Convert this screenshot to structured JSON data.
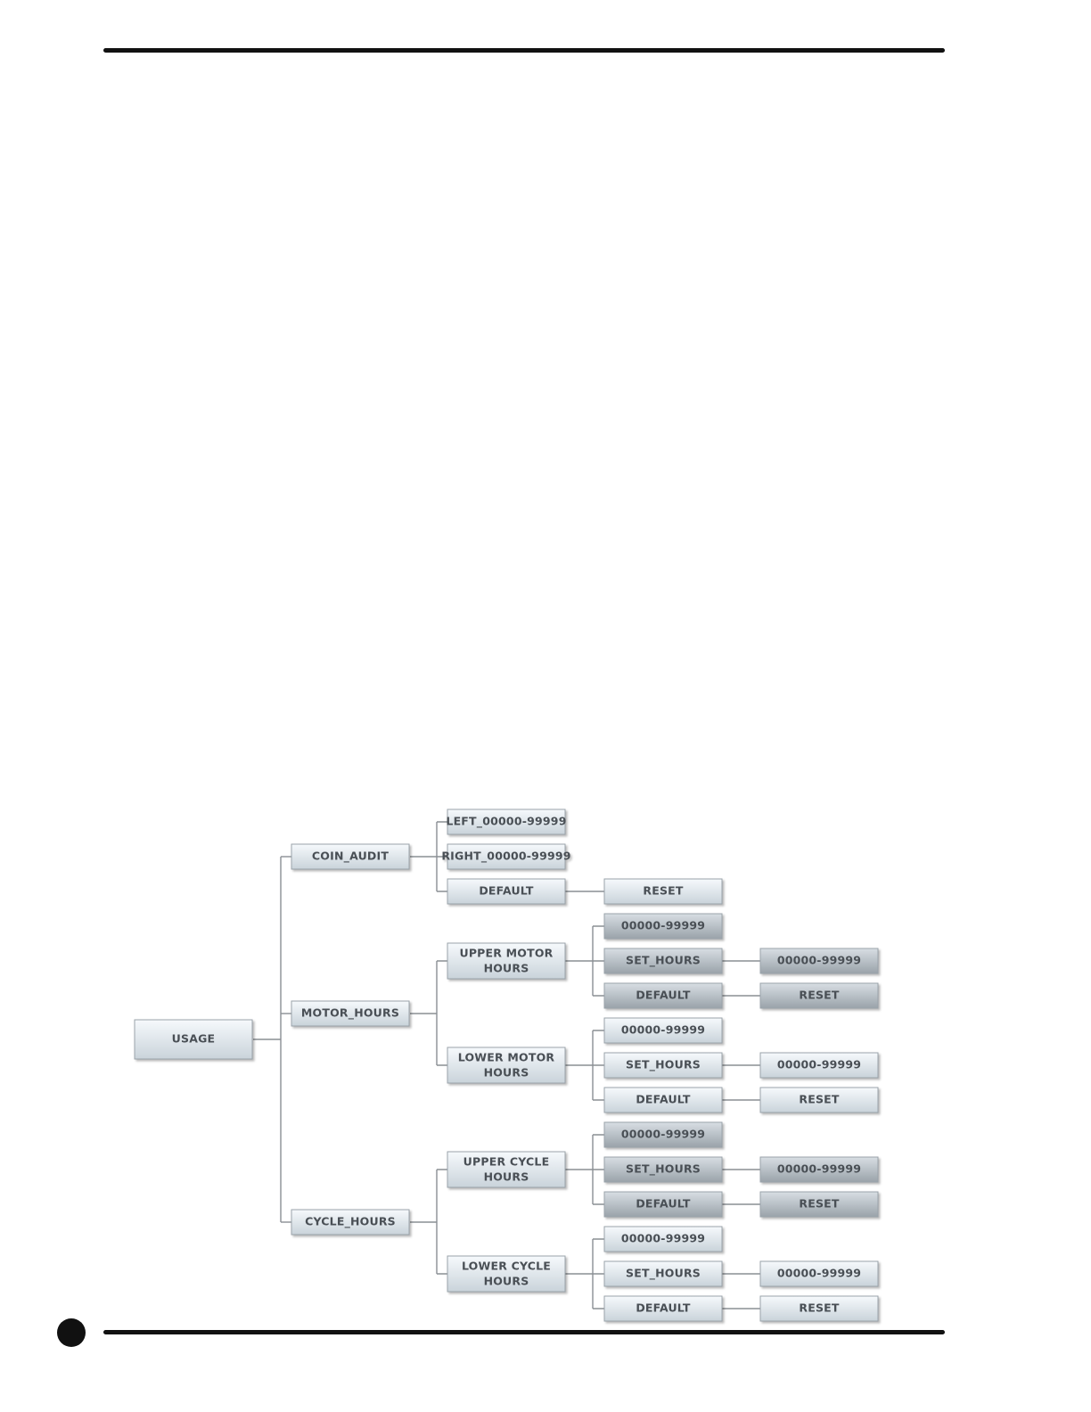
{
  "nodes": {
    "usage": "USAGE",
    "coin_audit": "COIN_AUDIT",
    "coin_left": "LEFT_00000-99999",
    "coin_right": "RIGHT_00000-99999",
    "coin_default": "DEFAULT",
    "coin_reset": "RESET",
    "motor_hours": "MOTOR_HOURS",
    "upper_motor_1": "UPPER MOTOR",
    "upper_motor_2": "HOURS",
    "um_range": "00000-99999",
    "um_set": "SET_HOURS",
    "um_set_range": "00000-99999",
    "um_default": "DEFAULT",
    "um_reset": "RESET",
    "lower_motor_1": "LOWER MOTOR",
    "lower_motor_2": "HOURS",
    "lm_range": "00000-99999",
    "lm_set": "SET_HOURS",
    "lm_set_range": "00000-99999",
    "lm_default": "DEFAULT",
    "lm_reset": "RESET",
    "cycle_hours": "CYCLE_HOURS",
    "upper_cycle_1": "UPPER CYCLE",
    "upper_cycle_2": "HOURS",
    "uc_range": "00000-99999",
    "uc_set": "SET_HOURS",
    "uc_set_range": "00000-99999",
    "uc_default": "DEFAULT",
    "uc_reset": "RESET",
    "lower_cycle_1": "LOWER CYCLE",
    "lower_cycle_2": "HOURS",
    "lc_range": "00000-99999",
    "lc_set": "SET_HOURS",
    "lc_set_range": "00000-99999",
    "lc_default": "DEFAULT",
    "lc_reset": "RESET"
  },
  "colors": {
    "box_light_top": "#f4f8fb",
    "box_light_bottom": "#cdd7de",
    "box_dark_top": "#d5dbe0",
    "box_dark_bottom": "#9ea7ae",
    "line": "#8a8f94",
    "text": "#4a4f55"
  }
}
